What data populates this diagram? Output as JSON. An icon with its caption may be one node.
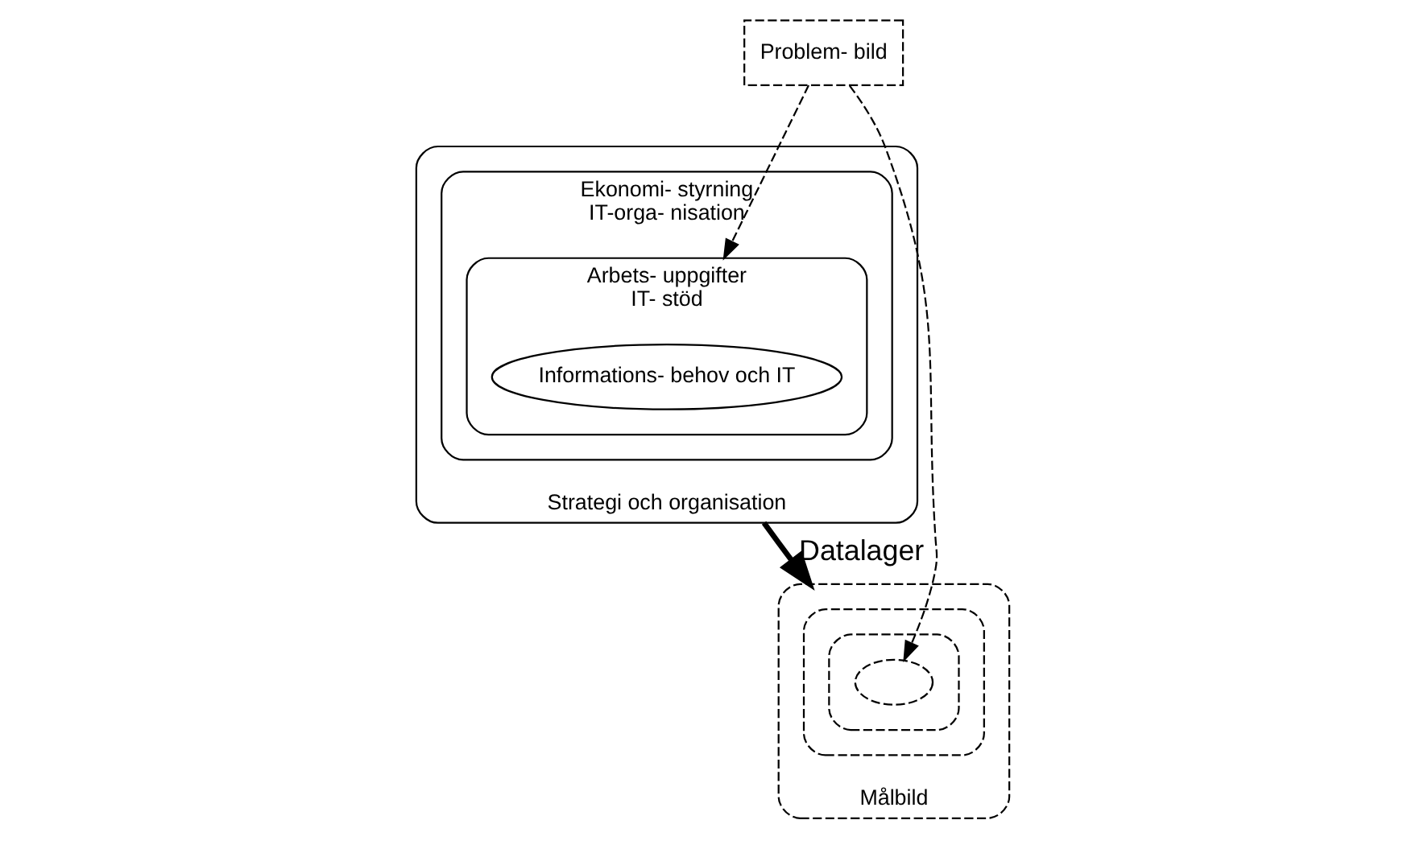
{
  "diagram": {
    "nodes": [
      {
        "text": [
          "Strategi och organisation"
        ]
      },
      {
        "text": [
          "Ekonomi- styrning",
          "IT-orga- nisation"
        ],
        "in": 0
      },
      {
        "text": [
          "Arbets- uppgifter",
          "IT- stöd"
        ],
        "in": 1
      },
      {
        "text": [
          "Informations- behov och IT"
        ],
        "in": 2
      },
      {
        "text": [
          "Problem- bild"
        ]
      },
      {
        "text": [
          "Målbild"
        ]
      },
      {
        "text": [],
        "shape": "ellipse",
        "in": 5
      },
      {
        "text": [],
        "shape": "ellipse",
        "in": 6
      },
      {
        "text": [],
        "shape": "ellipse",
        "in": 7
      }
    ],
    "edges": [
      {
        "from": 4,
        "to": 8,
        "arrow": "to",
        "style": "dashed"
      },
      {
        "from": 4,
        "to": 2,
        "arrow": "to",
        "style": "dashed"
      },
      {
        "from": 0,
        "to": 5,
        "arrow": "to",
        "style": "thick",
        "label": "Datalager"
      }
    ]
  }
}
